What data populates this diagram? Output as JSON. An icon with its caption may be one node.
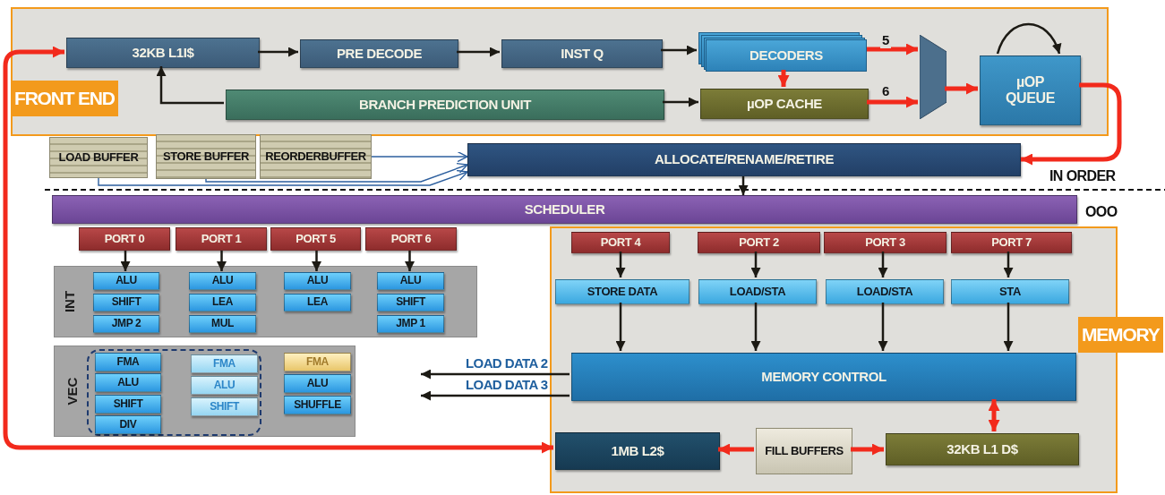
{
  "diagram": {
    "nodes": [
      {
        "text": [
          "FRONT END"
        ]
      },
      {
        "text": [
          "32KB L1I$"
        ],
        "in": 0
      },
      {
        "text": [
          "PRE DECODE"
        ],
        "in": 0
      },
      {
        "text": [
          "INST Q"
        ],
        "in": 0
      },
      {
        "text": [
          "DECODERS"
        ],
        "in": 0
      },
      {
        "text": [
          "BRANCH PREDICTION UNIT"
        ],
        "in": 0
      },
      {
        "text": [
          "µOP CACHE"
        ],
        "in": 0
      },
      {
        "text": [],
        "shape": "trapezoid",
        "in": 0
      },
      {
        "text": [
          "µOP QUEUE"
        ],
        "in": 0
      },
      {
        "text": [
          "LOAD BUFFER"
        ]
      },
      {
        "text": [
          "STORE BUFFER"
        ]
      },
      {
        "text": [
          "REORDERBUFFER"
        ]
      },
      {
        "text": [
          "ALLOCATE/RENAME/RETIRE"
        ]
      },
      {
        "text": [
          "SCHEDULER"
        ]
      },
      {
        "text": [
          "PORT 0"
        ]
      },
      {
        "text": [
          "PORT 1"
        ]
      },
      {
        "text": [
          "PORT 5"
        ]
      },
      {
        "text": [
          "PORT 6"
        ]
      },
      {
        "text": [
          "INT"
        ]
      },
      {
        "text": [
          "ALU"
        ],
        "in": 18
      },
      {
        "text": [
          "SHIFT"
        ],
        "in": 18
      },
      {
        "text": [
          "JMP 2"
        ],
        "in": 18
      },
      {
        "text": [
          "ALU"
        ],
        "in": 18
      },
      {
        "text": [
          "LEA"
        ],
        "in": 18
      },
      {
        "text": [
          "MUL"
        ],
        "in": 18
      },
      {
        "text": [
          "ALU"
        ],
        "in": 18
      },
      {
        "text": [
          "LEA"
        ],
        "in": 18
      },
      {
        "text": [
          "ALU"
        ],
        "in": 18
      },
      {
        "text": [
          "SHIFT"
        ],
        "in": 18
      },
      {
        "text": [
          "JMP 1"
        ],
        "in": 18
      },
      {
        "text": [
          "VEC"
        ]
      },
      {
        "text": [],
        "shape": "box",
        "in": 30
      },
      {
        "text": [
          "FMA"
        ],
        "in": 31
      },
      {
        "text": [
          "ALU"
        ],
        "in": 31
      },
      {
        "text": [
          "SHIFT"
        ],
        "in": 31
      },
      {
        "text": [
          "DIV"
        ],
        "in": 31
      },
      {
        "text": [
          "FMA"
        ],
        "in": 31
      },
      {
        "text": [
          "ALU"
        ],
        "in": 31
      },
      {
        "text": [
          "SHIFT"
        ],
        "in": 31
      },
      {
        "text": [
          "FMA"
        ],
        "in": 30
      },
      {
        "text": [
          "ALU"
        ],
        "in": 30
      },
      {
        "text": [
          "SHUFFLE"
        ],
        "in": 30
      },
      {
        "text": [
          "MEMORY"
        ]
      },
      {
        "text": [
          "PORT 4"
        ],
        "in": 42
      },
      {
        "text": [
          "PORT 2"
        ],
        "in": 42
      },
      {
        "text": [
          "PORT 3"
        ],
        "in": 42
      },
      {
        "text": [
          "PORT 7"
        ],
        "in": 42
      },
      {
        "text": [
          "STORE DATA"
        ],
        "in": 42
      },
      {
        "text": [
          "LOAD/STA"
        ],
        "in": 42
      },
      {
        "text": [
          "LOAD/STA"
        ],
        "in": 42
      },
      {
        "text": [
          "STA"
        ],
        "in": 42
      },
      {
        "text": [
          "MEMORY CONTROL"
        ],
        "in": 42
      },
      {
        "text": [
          "1MB L2$"
        ],
        "in": 42
      },
      {
        "text": [
          "FILL BUFFERS"
        ],
        "in": 42
      },
      {
        "text": [
          "32KB L1 D$"
        ],
        "in": 42
      }
    ],
    "edges": [
      {
        "from": 1,
        "to": 2,
        "arrow": "to"
      },
      {
        "from": 2,
        "to": 3,
        "arrow": "to"
      },
      {
        "from": 3,
        "to": 4,
        "arrow": "to"
      },
      {
        "from": 5,
        "to": 1,
        "arrow": "to"
      },
      {
        "from": 5,
        "to": 6,
        "arrow": "to"
      },
      {
        "from": 4,
        "to": 6,
        "arrow": "to",
        "style": "thick",
        "color": "#f22a1c"
      },
      {
        "from": 4,
        "to": 7,
        "arrow": "to",
        "label": "5",
        "style": "thick",
        "color": "#f22a1c"
      },
      {
        "from": 6,
        "to": 7,
        "arrow": "to",
        "label": "6",
        "style": "thick",
        "color": "#f22a1c"
      },
      {
        "from": 7,
        "to": 8,
        "arrow": "to",
        "style": "thick",
        "color": "#f22a1c"
      },
      {
        "from": 8,
        "to": 8,
        "arrow": "to"
      },
      {
        "from": 8,
        "to": 12,
        "arrow": "to",
        "style": "thick",
        "color": "#f22a1c"
      },
      {
        "from": 9,
        "to": 12,
        "arrow": "to",
        "color": "#2d5f9e"
      },
      {
        "from": 10,
        "to": 12,
        "arrow": "to",
        "color": "#2d5f9e"
      },
      {
        "from": 11,
        "to": 12,
        "arrow": "to",
        "color": "#2d5f9e"
      },
      {
        "from": 12,
        "to": 13,
        "arrow": "to"
      },
      {
        "from": 14,
        "to": 19,
        "arrow": "to"
      },
      {
        "from": 15,
        "to": 22,
        "arrow": "to"
      },
      {
        "from": 16,
        "to": 25,
        "arrow": "to"
      },
      {
        "from": 17,
        "to": 27,
        "arrow": "to"
      },
      {
        "from": 43,
        "to": 47,
        "arrow": "to"
      },
      {
        "from": 44,
        "to": 48,
        "arrow": "to"
      },
      {
        "from": 45,
        "to": 49,
        "arrow": "to"
      },
      {
        "from": 46,
        "to": 50,
        "arrow": "to"
      },
      {
        "from": 47,
        "to": 51,
        "arrow": "to"
      },
      {
        "from": 48,
        "to": 51,
        "arrow": "to"
      },
      {
        "from": 49,
        "to": 51,
        "arrow": "to"
      },
      {
        "from": 50,
        "to": 51,
        "arrow": "to"
      },
      {
        "from": 51,
        "to": null,
        "arrow": "to",
        "label": "LOAD DATA 2"
      },
      {
        "from": 51,
        "to": null,
        "arrow": "to",
        "label": "LOAD DATA 3"
      },
      {
        "from": 51,
        "to": 54,
        "arrow": "both",
        "style": "thick",
        "color": "#f22a1c"
      },
      {
        "from": 53,
        "to": 52,
        "arrow": "to",
        "style": "thick",
        "color": "#f22a1c"
      },
      {
        "from": 53,
        "to": 54,
        "arrow": "to",
        "style": "thick",
        "color": "#f22a1c"
      },
      {
        "from": 52,
        "to": 1,
        "arrow": "both",
        "style": "thick",
        "color": "#f22a1c"
      }
    ],
    "labels": [
      "IN ORDER",
      "OOO"
    ]
  }
}
